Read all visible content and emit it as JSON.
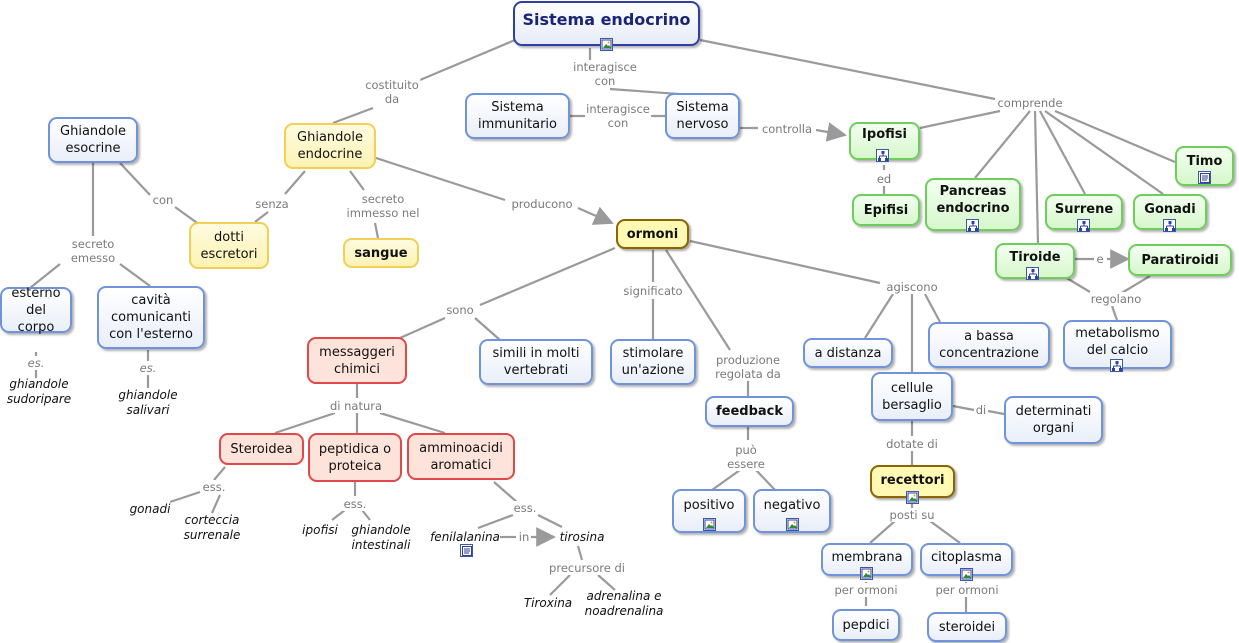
{
  "nodes": [
    {
      "id": "root",
      "label": "Sistema endocrino",
      "style": "root"
    },
    {
      "id": "sist_imm",
      "label": "Sistema\nimmunitario",
      "style": "blue"
    },
    {
      "id": "sist_nerv",
      "label": "Sistema\nnervoso",
      "style": "blue"
    },
    {
      "id": "ghi_esocrine",
      "label": "Ghiandole\nesocrine",
      "style": "blue"
    },
    {
      "id": "ghi_endocrine",
      "label": "Ghiandole\nendocrine",
      "style": "yellow"
    },
    {
      "id": "dotti",
      "label": "dotti\nescretori",
      "style": "yellow"
    },
    {
      "id": "sangue",
      "label": "sangue",
      "style": "yellow"
    },
    {
      "id": "ormoni",
      "label": "ormoni",
      "style": "yellowb"
    },
    {
      "id": "esterno",
      "label": "esterno\ndel corpo",
      "style": "blue"
    },
    {
      "id": "cavita",
      "label": "cavità\ncomunicanti\ncon l'esterno",
      "style": "blue"
    },
    {
      "id": "ipofisi",
      "label": "Ipofisi",
      "style": "green"
    },
    {
      "id": "epifisi",
      "label": "Epifisi",
      "style": "green"
    },
    {
      "id": "pancreas",
      "label": "Pancreas\nendocrino",
      "style": "green"
    },
    {
      "id": "surrene",
      "label": "Surrene",
      "style": "green"
    },
    {
      "id": "gonadi",
      "label": "Gonadi",
      "style": "green"
    },
    {
      "id": "timo",
      "label": "Timo",
      "style": "green"
    },
    {
      "id": "tiroide",
      "label": "Tiroide",
      "style": "green"
    },
    {
      "id": "paratiroidi",
      "label": "Paratiroidi",
      "style": "green"
    },
    {
      "id": "metabolismo",
      "label": "metabolismo\ndel calcio",
      "style": "blue"
    },
    {
      "id": "messaggeri",
      "label": "messaggeri\nchimici",
      "style": "red"
    },
    {
      "id": "simili",
      "label": "simili in molti\nvertebrati",
      "style": "blue"
    },
    {
      "id": "stimolare",
      "label": "stimolare\nun'azione",
      "style": "blue"
    },
    {
      "id": "a_distanza",
      "label": "a distanza",
      "style": "blue"
    },
    {
      "id": "bassa",
      "label": "a bassa\nconcentrazione",
      "style": "blue"
    },
    {
      "id": "cellule",
      "label": "cellule\nbersaglio",
      "style": "blue"
    },
    {
      "id": "determinati",
      "label": "determinati\norgani",
      "style": "blue"
    },
    {
      "id": "feedback",
      "label": "feedback",
      "style": "blue"
    },
    {
      "id": "positivo",
      "label": "positivo",
      "style": "blue"
    },
    {
      "id": "negativo",
      "label": "negativo",
      "style": "blue"
    },
    {
      "id": "recettori",
      "label": "recettori",
      "style": "yellowb"
    },
    {
      "id": "membrana",
      "label": "membrana",
      "style": "blue"
    },
    {
      "id": "citoplasma",
      "label": "citoplasma",
      "style": "blue"
    },
    {
      "id": "pepdici",
      "label": "pepdici",
      "style": "blue"
    },
    {
      "id": "steroidei",
      "label": "steroidei",
      "style": "blue"
    },
    {
      "id": "steroidea",
      "label": "Steroidea",
      "style": "red"
    },
    {
      "id": "peptidica",
      "label": "peptidica o\nproteica",
      "style": "red"
    },
    {
      "id": "amminoacidi",
      "label": "amminoacidi\naromatici",
      "style": "red"
    }
  ],
  "link_labels": [
    {
      "id": "costituito",
      "text": "costituito\nda"
    },
    {
      "id": "interagisce1",
      "text": "interagisce\ncon"
    },
    {
      "id": "interagisce2",
      "text": "interagisce\ncon"
    },
    {
      "id": "comprende",
      "text": "comprende"
    },
    {
      "id": "controlla",
      "text": "controlla"
    },
    {
      "id": "con",
      "text": "con"
    },
    {
      "id": "senza",
      "text": "senza"
    },
    {
      "id": "secreto_imm",
      "text": "secreto\nimmesso nel"
    },
    {
      "id": "producono",
      "text": "producono"
    },
    {
      "id": "secreto_em",
      "text": "secreto\nemesso"
    },
    {
      "id": "ed",
      "text": "ed"
    },
    {
      "id": "e",
      "text": "e"
    },
    {
      "id": "regolano",
      "text": "regolano"
    },
    {
      "id": "sono",
      "text": "sono"
    },
    {
      "id": "significato",
      "text": "significato"
    },
    {
      "id": "produzione",
      "text": "produzione\nregolata da"
    },
    {
      "id": "agiscono",
      "text": "agiscono"
    },
    {
      "id": "di",
      "text": "di"
    },
    {
      "id": "dotate",
      "text": "dotate di"
    },
    {
      "id": "puo",
      "text": "può\nessere"
    },
    {
      "id": "posti",
      "text": "posti su"
    },
    {
      "id": "per_ormoni1",
      "text": "per ormoni"
    },
    {
      "id": "per_ormoni2",
      "text": "per ormoni"
    },
    {
      "id": "di_natura",
      "text": "di natura"
    },
    {
      "id": "ess1",
      "text": "ess."
    },
    {
      "id": "ess2",
      "text": "ess."
    },
    {
      "id": "ess3",
      "text": "ess."
    },
    {
      "id": "in",
      "text": "in"
    },
    {
      "id": "precursore",
      "text": "precursore di"
    },
    {
      "id": "es1",
      "text": "es."
    },
    {
      "id": "es2",
      "text": "es."
    }
  ],
  "examples": [
    {
      "id": "ghiandole_sud",
      "text": "ghiandole\nsudoripare"
    },
    {
      "id": "ghiandole_sal",
      "text": "ghiandole\nsalivari"
    },
    {
      "id": "gonadi_ex",
      "text": "gonadi"
    },
    {
      "id": "corteccia",
      "text": "corteccia\nsurrenale"
    },
    {
      "id": "ipofisi_ex",
      "text": "ipofisi"
    },
    {
      "id": "ghiandole_int",
      "text": "ghiandole\nintestinali"
    },
    {
      "id": "fenilalanina",
      "text": "fenilalanina"
    },
    {
      "id": "tirosina",
      "text": "tirosina"
    },
    {
      "id": "tiroxina",
      "text": "Tiroxina"
    },
    {
      "id": "adrenalina",
      "text": "adrenalina e\nnoadrenalina"
    }
  ],
  "icons": [
    {
      "id": "ic_root",
      "type": "image-icon"
    },
    {
      "id": "ic_ipofisi",
      "type": "submap-icon"
    },
    {
      "id": "ic_pancreas",
      "type": "submap-icon"
    },
    {
      "id": "ic_surrene",
      "type": "submap-icon"
    },
    {
      "id": "ic_gonadi",
      "type": "submap-icon"
    },
    {
      "id": "ic_timo",
      "type": "document-icon"
    },
    {
      "id": "ic_tiroide",
      "type": "submap-icon"
    },
    {
      "id": "ic_metabolismo",
      "type": "submap-icon"
    },
    {
      "id": "ic_positivo",
      "type": "image-icon"
    },
    {
      "id": "ic_negativo",
      "type": "image-icon"
    },
    {
      "id": "ic_recettori",
      "type": "image-icon"
    },
    {
      "id": "ic_membrana",
      "type": "image-icon"
    },
    {
      "id": "ic_citoplasma",
      "type": "image-icon"
    },
    {
      "id": "ic_fenilalanina",
      "type": "document-icon"
    }
  ],
  "colors": {
    "link": "#9a9a9a",
    "root_border": "#2f3fa8",
    "blue_border": "#6f93dc",
    "yellow_border": "#f2cf55",
    "green_border": "#6fce5b",
    "red_border": "#e0484a"
  }
}
